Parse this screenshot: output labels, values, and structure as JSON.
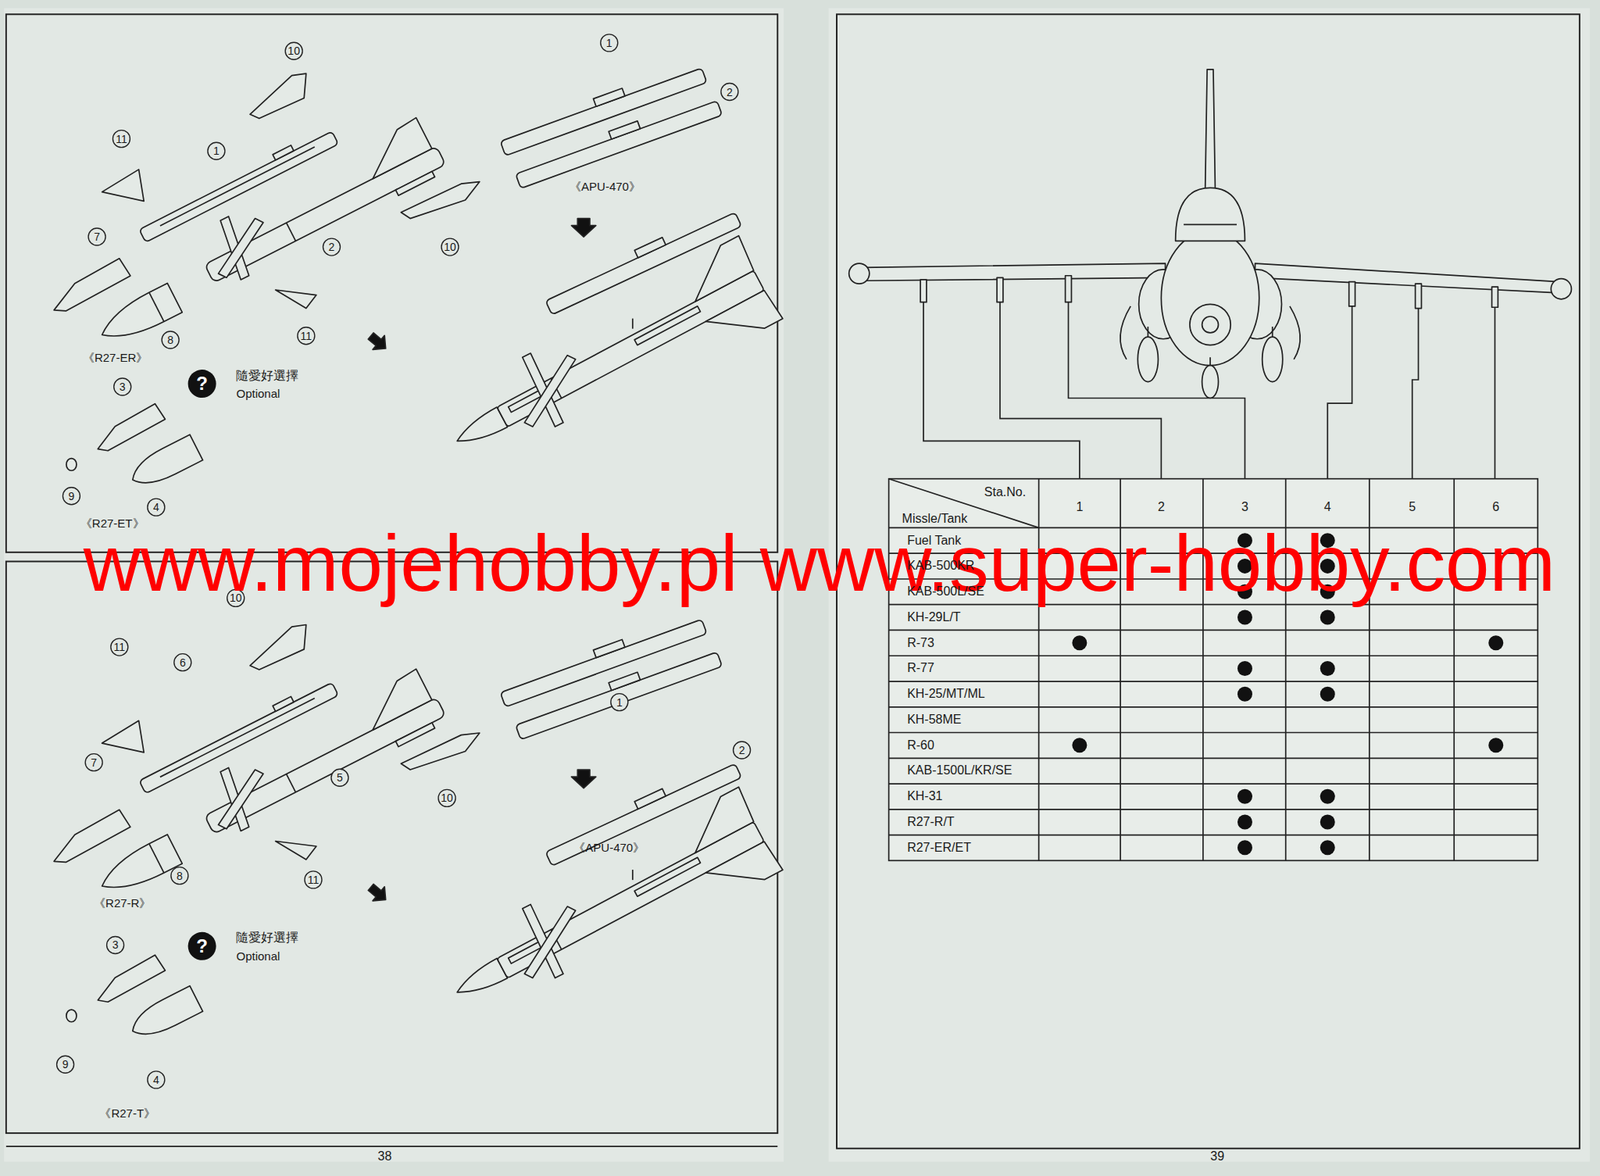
{
  "diagram": {
    "labels": [
      "10",
      "11",
      "1",
      "2",
      "10",
      "7",
      "8",
      "11",
      "《R27-ER》",
      "?",
      "隨愛好選擇",
      "Optional",
      "3",
      "9",
      "4",
      "《R27-ET》",
      "1",
      "2",
      "《APU-470》",
      "10",
      "11",
      "6",
      "5",
      "10",
      "7",
      "8",
      "11",
      "《R27-R》",
      "?",
      "隨愛好選擇",
      "Optional",
      "3",
      "9",
      "4",
      "《R27-T》",
      "1",
      "2",
      "《APU-470》",
      "www.mojehobby.pl www.super-hobby.com",
      "Sta.No.",
      "Missle/Tank",
      "1",
      "2",
      "3",
      "4",
      "5",
      "6",
      "Fuel Tank",
      "KAB-500KR",
      "KAB-500L/SE",
      "KH-29L/T",
      "R-73",
      "R-77",
      "KH-25/MT/ML",
      "KH-58ME",
      "R-60",
      "KAB-1500L/KR/SE",
      "KH-31",
      "R27-R/T",
      "R27-ER/ET",
      "38",
      "39"
    ]
  }
}
